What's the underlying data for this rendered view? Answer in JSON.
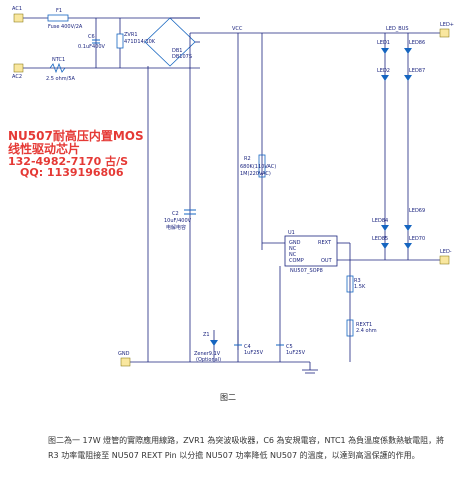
{
  "labels": {
    "ac1": "AC1",
    "ac2": "AC2",
    "fuse_ref": "F1",
    "fuse_val": "Fuse 400V/2A",
    "ntc_ref": "NTC1",
    "ntc_val": "2.5 ohm/5A",
    "c6_ref": "C6",
    "c6_val": "0.1uF400V",
    "zvr_ref": "ZVR1",
    "zvr_val": "471D14/10K",
    "bridge_ref": "DB1",
    "bridge_val": "DB107S",
    "c2_ref": "C2",
    "c2_val": "10uF/400V",
    "c2_note": "电解电容",
    "r2_ref": "R2",
    "r2_val1": "680K(110VAC)",
    "r2_val2": "1M(220VAC)",
    "led_bus": "LED_BUS",
    "led_plus": "LED+",
    "led_minus": "LED-",
    "led1": "LED1",
    "led2": "LED2",
    "led84": "LED84",
    "led85": "LED85",
    "led86": "LED86",
    "led87": "LED87",
    "led69": "LED69",
    "led70": "LED70",
    "u1_ref": "U1",
    "u1_part": "NU507_SOP8",
    "pin_gnd": "GND",
    "pin_nc1": "NC",
    "pin_nc2": "NC",
    "pin_comp": "COMP",
    "pin_rext": "REXT",
    "pin_out": "OUT",
    "r3_ref": "R3",
    "r3_val": "1.5K",
    "rext_ref": "REXT1",
    "rext_val": "2.4 ohm",
    "z1_ref": "Z1",
    "z1_val": "Zener9.1V",
    "z1_opt": "(Optional)",
    "c4_ref": "C4",
    "c4_val": "1uF25V",
    "c5_ref": "C5",
    "c5_val": "1uF25V",
    "gnd": "GND",
    "vcc": "VCC"
  },
  "promo": {
    "line1": "NU507耐高压内置MOS",
    "line2": "线性驱动芯片",
    "line3": "132-4982-7170 古/S",
    "line4": "QQ: 1139196806"
  },
  "figure_caption": "图二",
  "description": "图二為一 17W 燈管的實際應用線路，ZVR1 為突波吸收器，C6 為安規電容，NTC1 為負溫度係數熱敏電阻，將 R3 功率電阻接至 NU507 REXT Pin 以分擔 NU507 功率降低 NU507 的溫度，以達到高温保護的作用。",
  "colors": {
    "wire": "#1a237e",
    "component": "#1565c0",
    "promo": "#e53935",
    "terminal": "#f9e79f"
  }
}
